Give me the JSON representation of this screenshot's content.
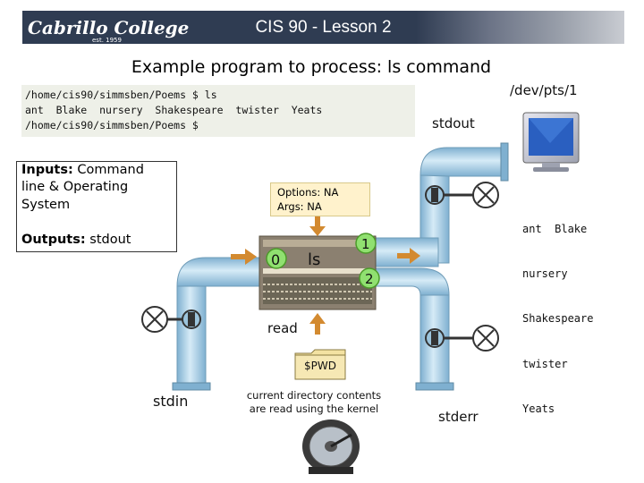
{
  "header": {
    "logo_text": "Cabrillo College",
    "logo_est": "est. 1959",
    "title": "CIS 90 - Lesson 2"
  },
  "subtitle": "Example program to process: ls command",
  "terminal": {
    "lines": [
      "/home/cis90/simmsben/Poems $ ls",
      "ant  Blake  nursery  Shakespeare  twister  Yeats",
      "/home/cis90/simmsben/Poems $"
    ]
  },
  "device": "/dev/pts/1",
  "io_box": {
    "inputs_label": "Inputs:",
    "inputs_text_1": " Command",
    "inputs_text_2": "line & Operating",
    "inputs_text_3": "System",
    "outputs_label": "Outputs:",
    "outputs_text": " stdout"
  },
  "options": {
    "line1": "Options: NA",
    "line2": "Args: NA"
  },
  "process": {
    "name": "ls",
    "fd0": "0",
    "fd1": "1",
    "fd2": "2"
  },
  "streams": {
    "stdout": "stdout",
    "stdin": "stdin",
    "stderr": "stderr",
    "read": "read"
  },
  "output_list": [
    "ant  Blake",
    "nursery",
    "Shakespeare",
    "twister",
    "Yeats"
  ],
  "pwd": "$PWD",
  "kernel_note": [
    "current directory contents",
    "are  read using the kernel"
  ],
  "colors": {
    "pipe": "#a8cde4",
    "pipe_edge": "#6f9cb8",
    "arrow": "#d38a30",
    "option_bg": "#fff2cc",
    "folder": "#f3e2a2",
    "banner": "#2f3c52",
    "circle_fd": "#90e070"
  }
}
